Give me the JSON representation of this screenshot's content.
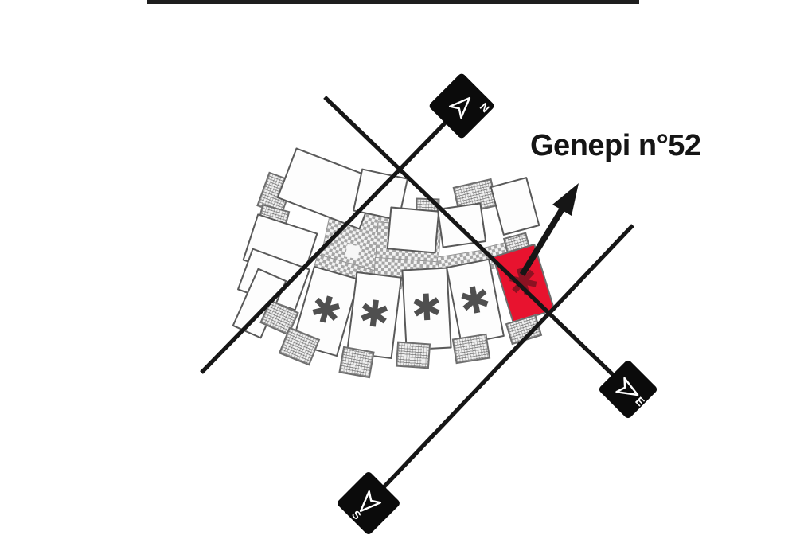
{
  "annotation": {
    "label": "Genepi n°52"
  },
  "compass": {
    "north": "N",
    "east": "E",
    "south": "S"
  },
  "plan": {
    "unit_symbol": "✱"
  },
  "colors": {
    "highlight_red": "#e8132f",
    "line_black": "#161616",
    "unit_symbol_gray": "#4f4f4f",
    "highlight_symbol_dark": "#8c1222"
  }
}
